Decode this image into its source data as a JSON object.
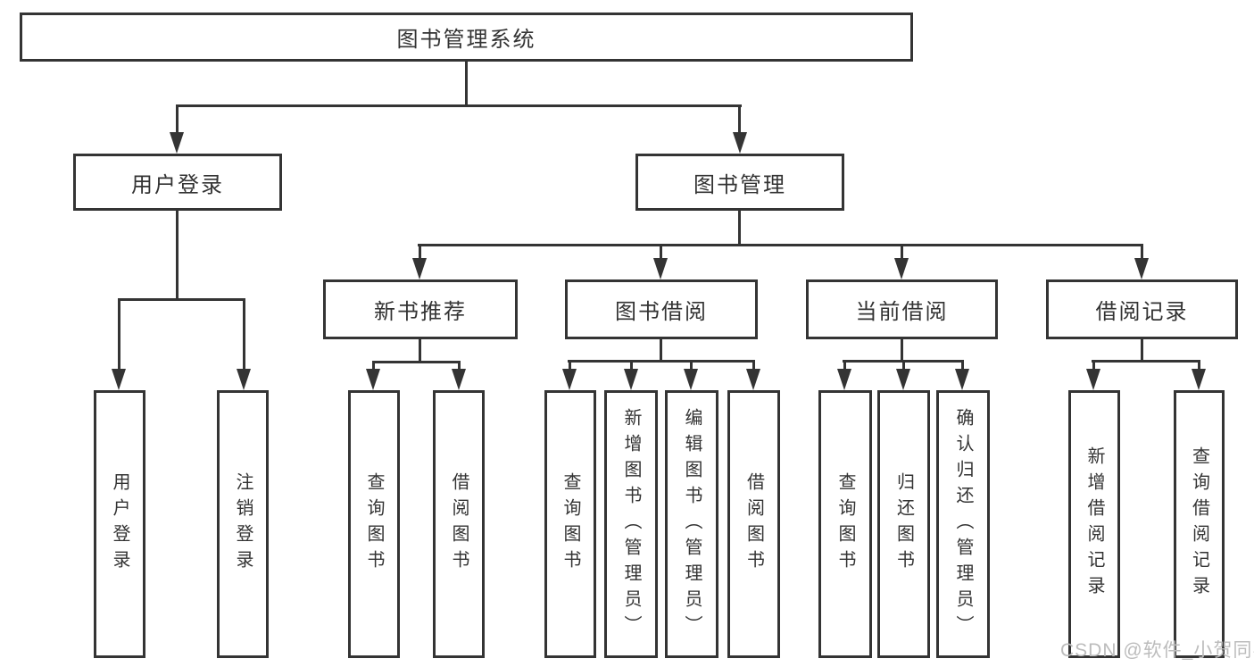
{
  "tree": {
    "label": "图书管理系统",
    "children": [
      {
        "label": "用户登录",
        "children": [
          {
            "label": "用户登录"
          },
          {
            "label": "注销登录"
          }
        ]
      },
      {
        "label": "图书管理",
        "children": [
          {
            "label": "新书推荐",
            "children": [
              {
                "label": "查询图书"
              },
              {
                "label": "借阅图书"
              }
            ]
          },
          {
            "label": "图书借阅",
            "children": [
              {
                "label": "查询图书"
              },
              {
                "label": "新增图书（管理员）"
              },
              {
                "label": "编辑图书（管理员）"
              },
              {
                "label": "借阅图书"
              }
            ]
          },
          {
            "label": "当前借阅",
            "children": [
              {
                "label": "查询图书"
              },
              {
                "label": "归还图书"
              },
              {
                "label": "确认归还（管理员）"
              }
            ]
          },
          {
            "label": "借阅记录",
            "children": [
              {
                "label": "新增借阅记录"
              },
              {
                "label": "查询借阅记录"
              }
            ]
          }
        ]
      }
    ]
  },
  "watermark": "CSDN @软件_小贺同学",
  "colors": {
    "line": "#343434",
    "text": "#333333",
    "background": "#ffffff",
    "watermark": "#bcbcbc"
  }
}
